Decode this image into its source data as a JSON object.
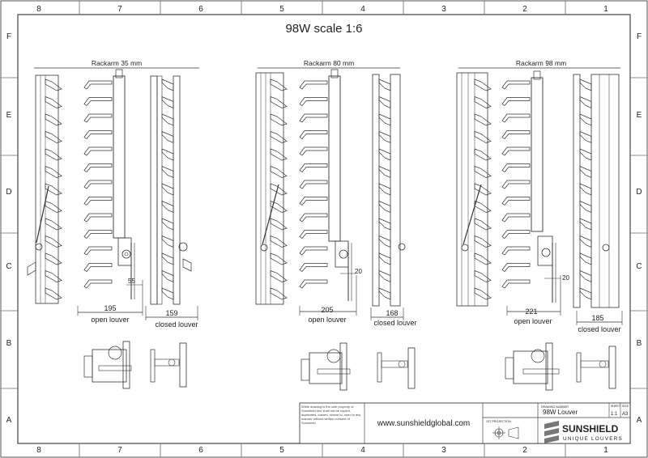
{
  "title": "98W scale 1:6",
  "grid": {
    "columns": [
      "8",
      "7",
      "6",
      "5",
      "4",
      "3",
      "2",
      "1"
    ],
    "rows": [
      "F",
      "E",
      "D",
      "C",
      "B",
      "A"
    ]
  },
  "assemblies": [
    {
      "rackarm": "Rackarm 35 mm",
      "open_dim": "195",
      "open_label": "open louver",
      "closed_dim": "159",
      "closed_label": "closed louver",
      "gap_dim": "55"
    },
    {
      "rackarm": "Rackarm 80 mm",
      "open_dim": "205",
      "open_label": "open louver",
      "closed_dim": "168",
      "closed_label": "closed louver",
      "gap_dim": "20"
    },
    {
      "rackarm": "Rackarm 98 mm",
      "open_dim": "221",
      "open_label": "open louver",
      "closed_dim": "185",
      "closed_label": "closed louver",
      "gap_dim": "20"
    }
  ],
  "title_block": {
    "note": "While drawing is the sole property of Sunshield and shall not be copied, duplicated, loaned, shown to, used in any manner without written consent of Sunshield",
    "website": "www.sunshieldglobal.com",
    "projection_label": "1ST PROJECTION",
    "drawing_number_label": "DRAWING NUMBER",
    "drawing_name": "98W Louver",
    "sheet_label": "SHEET",
    "scale_value": "1:1",
    "size_label": "SIZE",
    "size_value": "A3",
    "brand": "SUNSHIELD",
    "tagline": "UNIQUE LOUVERS"
  }
}
